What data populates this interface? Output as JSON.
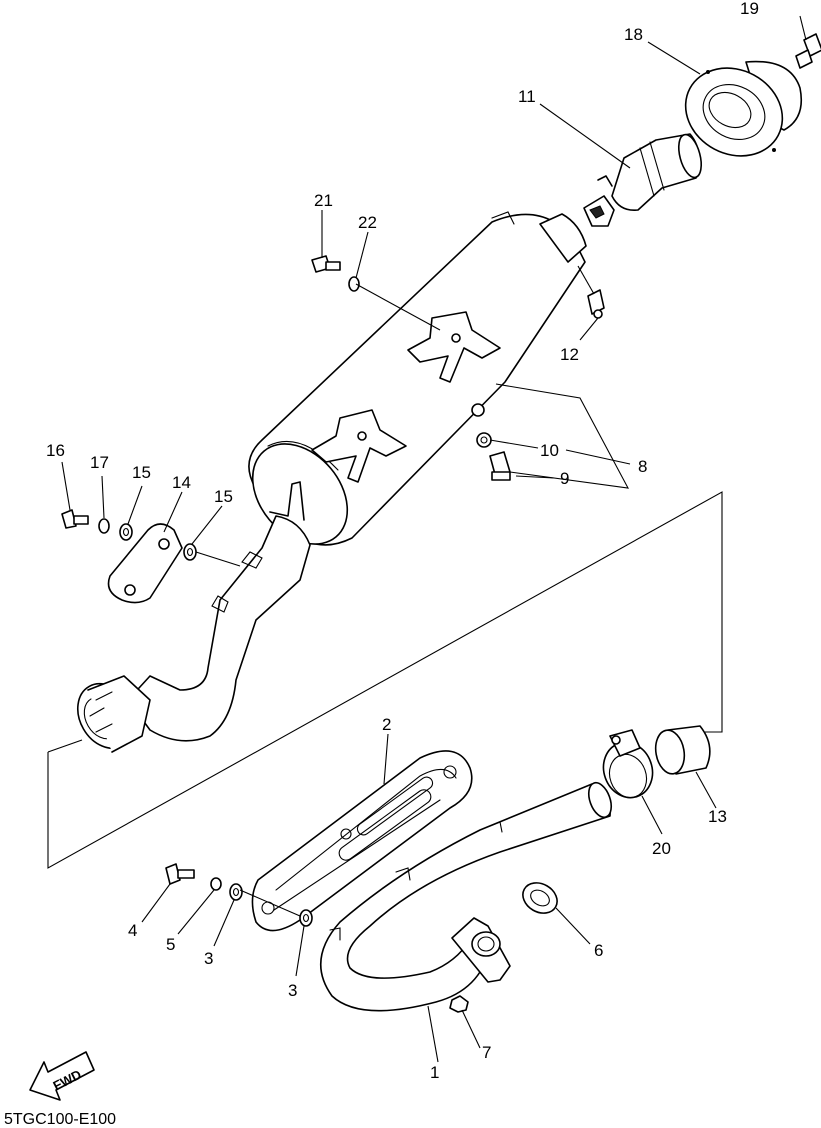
{
  "diagram": {
    "labels": {
      "p1": "1",
      "p2": "2",
      "p3a": "3",
      "p3b": "3",
      "p4": "4",
      "p5": "5",
      "p6": "6",
      "p7": "7",
      "p8": "8",
      "p9": "9",
      "p10": "10",
      "p11": "11",
      "p12": "12",
      "p13": "13",
      "p14": "14",
      "p15a": "15",
      "p15b": "15",
      "p16": "16",
      "p17": "17",
      "p18": "18",
      "p19": "19",
      "p20": "20",
      "p21": "21",
      "p22": "22"
    },
    "fwd_label": "FWD",
    "drawing_code": "5TGC100-E100"
  }
}
